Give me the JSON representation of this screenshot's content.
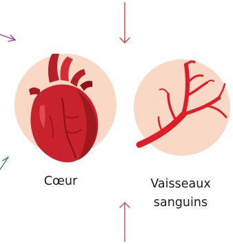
{
  "diagram": {
    "nodes": [
      {
        "id": "heart",
        "label": "Cœur",
        "icon": "heart-icon"
      },
      {
        "id": "vessels",
        "label_lines": [
          "Vaisseaux",
          "sanguins"
        ],
        "icon": "blood-vessels-icon"
      }
    ],
    "arrows": [
      {
        "id": "arrow-top-left",
        "color": "#9b3a9b"
      },
      {
        "id": "arrow-top-center",
        "color": "#d43f3a"
      },
      {
        "id": "arrow-bottom-left",
        "color": "#2b7bbf"
      },
      {
        "id": "arrow-bottom-center",
        "color": "#c2438f"
      }
    ],
    "colors": {
      "circle_fill": "#f9d8c6",
      "heart_main": "#c8232c",
      "heart_dark": "#8e1219",
      "vessel": "#e01d26"
    }
  }
}
